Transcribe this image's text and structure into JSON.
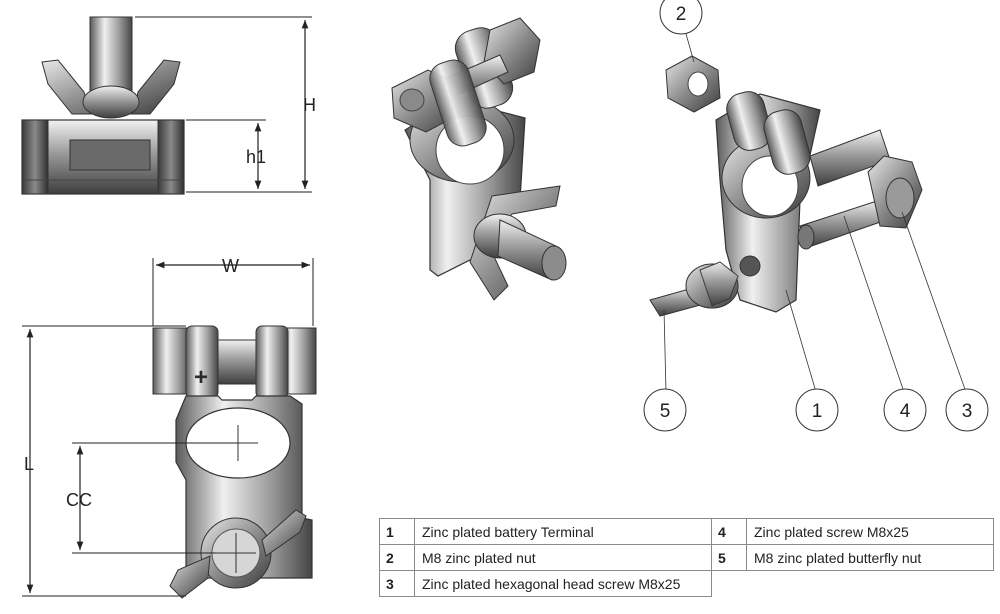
{
  "dimensions": {
    "height": "H",
    "h1": "h1",
    "width": "W",
    "length": "L",
    "center_distance": "CC",
    "polarity": "+"
  },
  "callouts": [
    "2",
    "5",
    "1",
    "4",
    "3"
  ],
  "parts": [
    {
      "number": "1",
      "description": "Zinc plated battery Terminal"
    },
    {
      "number": "4",
      "description": "Zinc plated screw M8x25"
    },
    {
      "number": "2",
      "description": "M8 zinc plated nut"
    },
    {
      "number": "5",
      "description": "M8 zinc plated butterfly nut"
    },
    {
      "number": "3",
      "description": "Zinc plated hexagonal head screw M8x25"
    }
  ],
  "colors": {
    "metal_light": "#e6e6e6",
    "metal_mid": "#a9a9a9",
    "metal_dark": "#4f4f4f",
    "line": "#222222"
  }
}
